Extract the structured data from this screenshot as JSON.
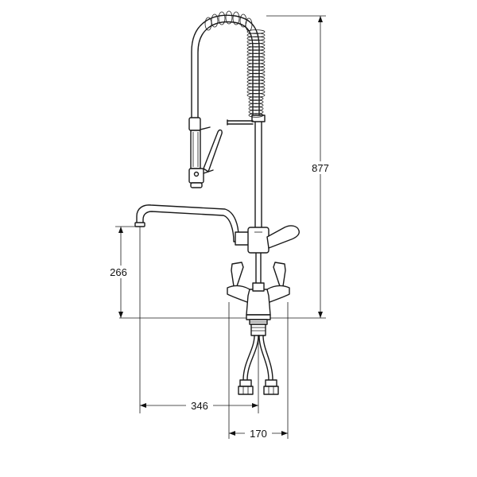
{
  "dimensions": {
    "overall_height": "877",
    "spout_height": "266",
    "spout_reach": "346",
    "base_width": "170"
  }
}
